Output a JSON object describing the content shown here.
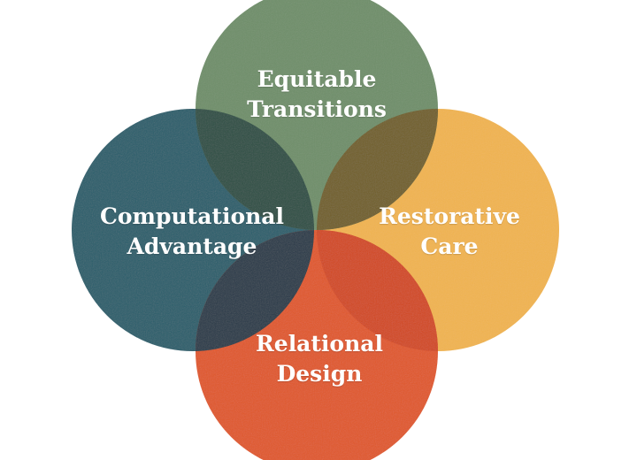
{
  "circles": [
    {
      "key": "equitable",
      "lines": [
        "Equitable",
        "Transitions"
      ],
      "color": "#6f8f6a"
    },
    {
      "key": "computational",
      "lines": [
        "Computational",
        "Advantage"
      ],
      "color": "#2c5e6c"
    },
    {
      "key": "restorative",
      "lines": [
        "Restorative",
        "Care"
      ],
      "color": "#f1b44f"
    },
    {
      "key": "relational",
      "lines": [
        "Relational",
        "Design"
      ],
      "color": "#e0592a"
    }
  ],
  "overlaps": {
    "equitable_computational": "#2d4f45",
    "equitable_restorative": "#72612c",
    "computational_relational": "#2a3b4a",
    "restorative_relational": "#d24a23"
  }
}
